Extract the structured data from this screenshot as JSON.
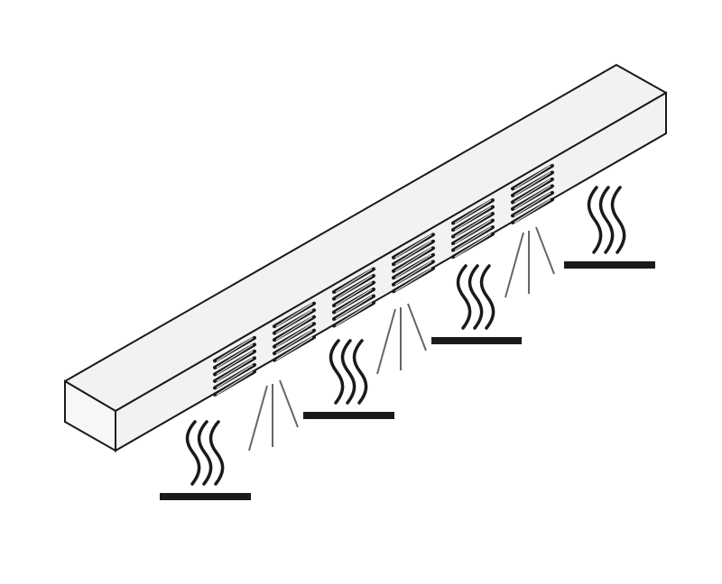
{
  "diagram": {
    "subject": "strip-heater",
    "vent_count": 6,
    "heat_zone_count": 4,
    "light_beam_count": 3,
    "colors": {
      "outline": "#1a1a1a",
      "body_fill": "#f2f2f2",
      "end_fill": "#f7f7f7",
      "beam": "#666666",
      "background": "#ffffff"
    }
  }
}
